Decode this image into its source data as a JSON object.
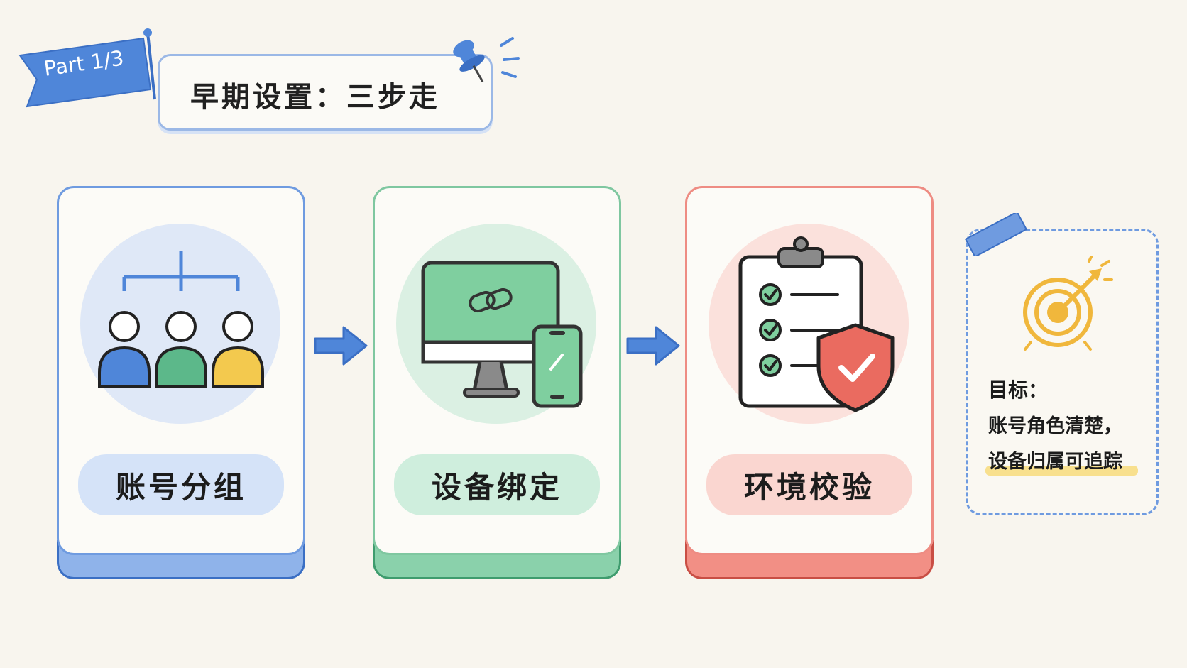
{
  "header": {
    "part_label": "Part 1/3",
    "title": "早期设置：三步走"
  },
  "steps": [
    {
      "label": "账号分组",
      "icon": "org-chart-users-icon",
      "color": "#4f86d9",
      "tint": "#dfe8f7",
      "pill": "#d5e3f8"
    },
    {
      "label": "设备绑定",
      "icon": "linked-devices-icon",
      "color": "#5cb88a",
      "tint": "#dbf0e3",
      "pill": "#cfeedd"
    },
    {
      "label": "环境校验",
      "icon": "checklist-shield-icon",
      "color": "#ea6b60",
      "tint": "#fbe1dc",
      "pill": "#fad6d0"
    }
  ],
  "goal": {
    "title": "目标：",
    "line1": "账号角色清楚，",
    "line2": "设备归属可追踪",
    "icon": "target-icon"
  }
}
